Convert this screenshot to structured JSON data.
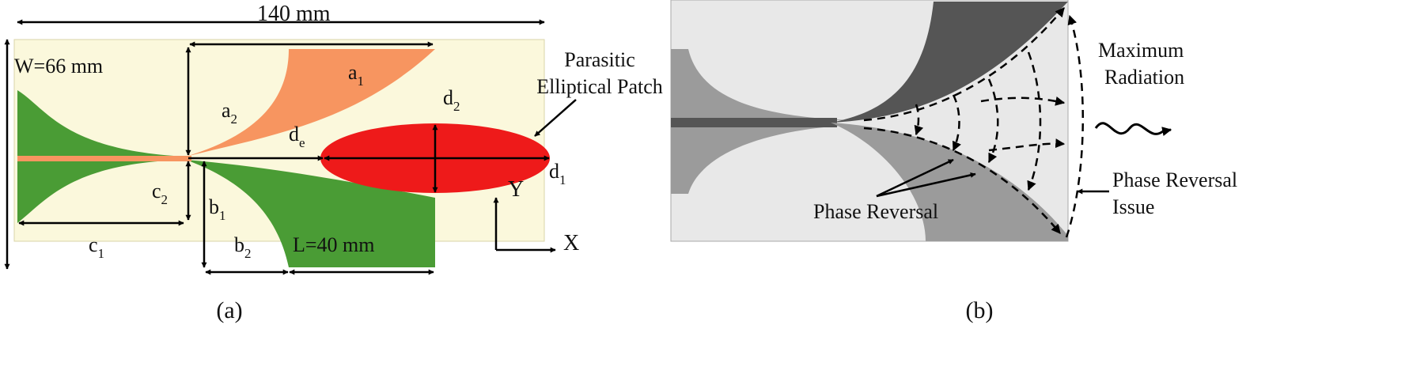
{
  "panel_a": {
    "caption": "(a)",
    "dims": {
      "total_length": "140 mm",
      "width": "W=66 mm",
      "length": "L=40 mm"
    },
    "labels": {
      "a1": "a",
      "a1_sub": "1",
      "a2": "a",
      "a2_sub": "2",
      "b1": "b",
      "b1_sub": "1",
      "b2": "b",
      "b2_sub": "2",
      "c1": "c",
      "c1_sub": "1",
      "c2": "c",
      "c2_sub": "2",
      "d1": "d",
      "d1_sub": "1",
      "d2": "d",
      "d2_sub": "2",
      "de": "d",
      "de_sub": "e"
    },
    "parasitic_line1": "Parasitic",
    "parasitic_line2": "Elliptical Patch",
    "axis_y": "Y",
    "axis_x": "X",
    "colors": {
      "substrate": "#fbf8dc",
      "ground": "#4a9c35",
      "top_patch": "#f79560",
      "parasitic": "#ee1a1a"
    }
  },
  "panel_b": {
    "caption": "(b)",
    "max_radiation_line1": "Maximum",
    "max_radiation_line2": "Radiation",
    "phase_reversal": "Phase Reversal",
    "phase_reversal_issue_line1": "Phase Reversal",
    "phase_reversal_issue_line2": "Issue",
    "colors": {
      "background": "#e8e8e8",
      "dark_flare": "#555555",
      "mid_flare": "#9b9b9b"
    }
  }
}
